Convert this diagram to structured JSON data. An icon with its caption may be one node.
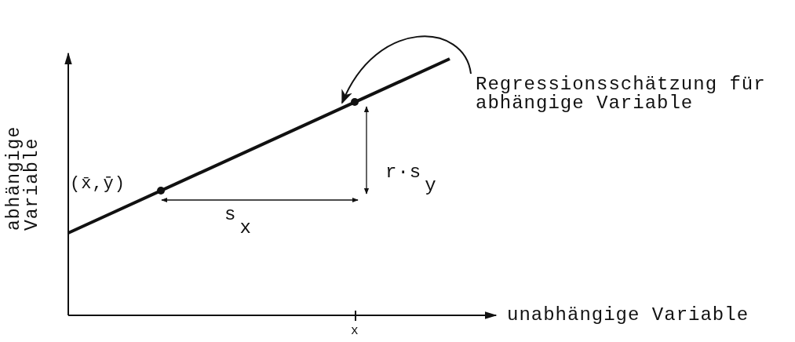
{
  "diagram": {
    "nodes": [
      {
        "text": [
          "Regressionsschätzung für abhängige Variable"
        ]
      },
      {
        "text": [],
        "shape": "line"
      }
    ],
    "edges": [
      {
        "from": 0,
        "to": 1,
        "arrow": "to"
      }
    ],
    "labels": [
      "(x̄,ȳ)",
      "s$_{x}$",
      "r·s$_{y}$",
      "abhängige Variable",
      "unabhängige Variable",
      "x"
    ]
  }
}
